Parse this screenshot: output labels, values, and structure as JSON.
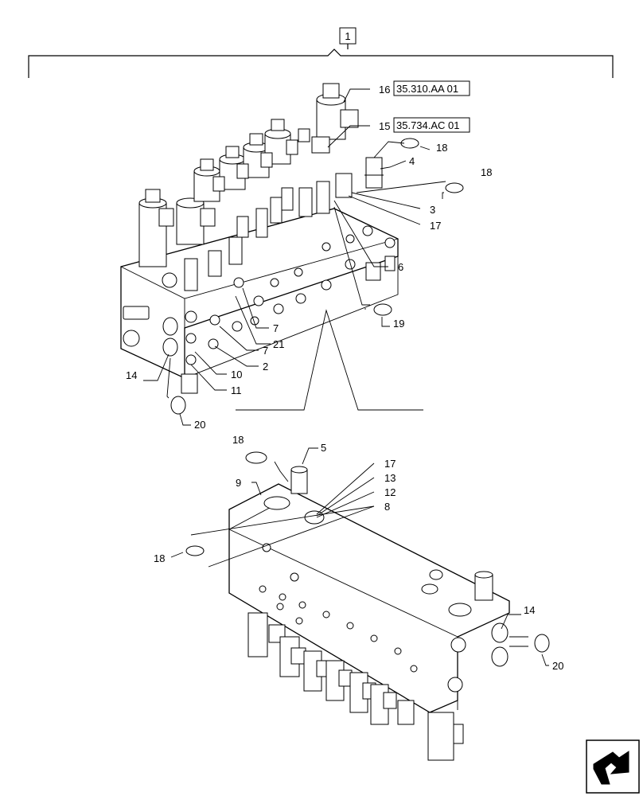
{
  "assembly": {
    "item_number": "1"
  },
  "callouts": {
    "c16": "16",
    "c15": "15",
    "c18a": "18",
    "c4": "4",
    "c18b": "18",
    "c3": "3",
    "c17a": "17",
    "c6": "6",
    "c19": "19",
    "c7a": "7",
    "c21": "21",
    "c7b": "7",
    "c2": "2",
    "c10": "10",
    "c11": "11",
    "c14a": "14",
    "c20a": "20",
    "c18c": "18",
    "c5": "5",
    "c17b": "17",
    "c13": "13",
    "c12": "12",
    "c8": "8",
    "c9": "9",
    "c18d": "18",
    "c14b": "14",
    "c20b": "20"
  },
  "references": {
    "ref16": "35.310.AA 01",
    "ref15": "35.734.AC 01"
  },
  "nav": {
    "icon": "next-page-arrow-icon"
  }
}
